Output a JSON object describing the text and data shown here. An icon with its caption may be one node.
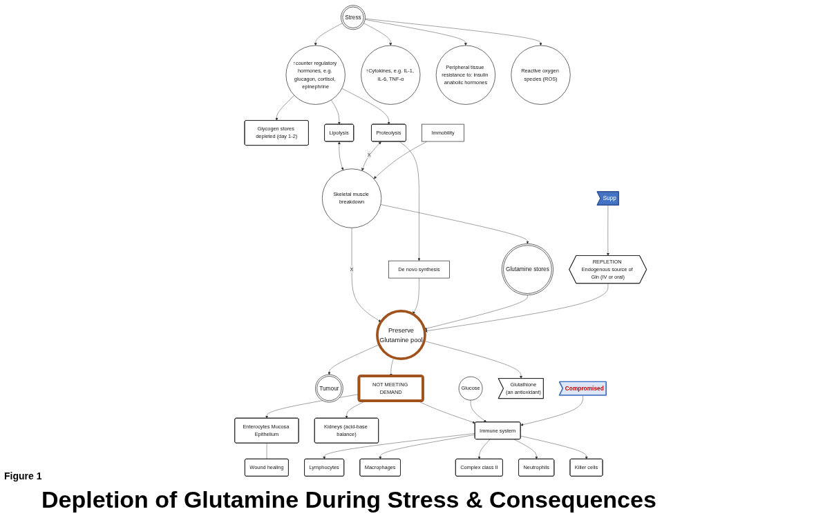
{
  "diagram": {
    "title": "Depletion of Glutamine During Stress & Consequences",
    "nodes": [
      {
        "text": [
          "Stress"
        ]
      },
      {
        "text": [
          "↑counter regulatory hormones, e.g. glucagon, cortisol, epinephrine"
        ]
      },
      {
        "text": [
          "Glycogen stores depleted (day 1-2)"
        ]
      },
      {
        "text": [
          "Lipolysis"
        ]
      },
      {
        "text": [
          "Proteolysis"
        ]
      },
      {
        "text": [
          "Skeletal muscle breakdown"
        ]
      },
      {
        "text": [
          "Immobility"
        ]
      },
      {
        "text": [
          "Glutamine stores"
        ]
      },
      {
        "text": [
          "↑Cytokines, e.g. IL-1, IL-6, TNF-α"
        ]
      },
      {
        "text": [
          "Peripheral tissue resistance to: insulin anabolic hormones"
        ]
      },
      {
        "text": [
          "Reactive oxygen species (ROS)"
        ]
      },
      {
        "text": [
          "Tumour"
        ]
      },
      {
        "text": [
          "De novo synthesis"
        ]
      },
      {
        "text": [
          "Preserve",
          "Glutamine pool"
        ]
      },
      {
        "text": [
          "REPLETION Endogenous source of Gln (IV or oral)"
        ]
      },
      {
        "text": [
          "Supp"
        ]
      },
      {
        "text": [
          "Glucose"
        ]
      },
      {
        "text": [
          "NOT MEETING DEMAND"
        ]
      },
      {
        "text": [
          "Glutathione",
          "(an antioxidant)"
        ]
      },
      {
        "text": [
          "Enterocytes Mucosa Epithelium"
        ]
      },
      {
        "text": [
          "Kidneys (acid-base balance)"
        ]
      },
      {
        "text": [
          "Immune system"
        ]
      },
      {
        "text": [
          "Wound healing"
        ]
      },
      {
        "text": [
          "Lymphocytes"
        ]
      },
      {
        "text": [
          "Macrophages"
        ]
      },
      {
        "text": [
          "Complex class II"
        ]
      },
      {
        "text": [
          "Neutrophils"
        ]
      },
      {
        "text": [
          "Killer cells"
        ]
      },
      {
        "text": [
          "Compromised"
        ]
      }
    ],
    "edges": [
      {
        "from": 0,
        "to": 1,
        "arrow": "to"
      },
      {
        "from": 0,
        "to": 8,
        "arrow": "to"
      },
      {
        "from": 0,
        "to": 9,
        "arrow": "to"
      },
      {
        "from": 0,
        "to": 10,
        "arrow": "to"
      },
      {
        "from": 1,
        "to": 2,
        "arrow": "to"
      },
      {
        "from": 1,
        "to": 3,
        "arrow": "to"
      },
      {
        "from": 1,
        "to": 4,
        "arrow": "to"
      },
      {
        "from": 3,
        "to": 5,
        "arrow": "both"
      },
      {
        "from": 4,
        "to": 5,
        "arrow": "both",
        "label": "X"
      },
      {
        "from": 6,
        "to": 5,
        "arrow": "to"
      },
      {
        "from": 5,
        "to": 7,
        "arrow": "to"
      },
      {
        "from": 5,
        "to": 13,
        "arrow": "to",
        "label": "X"
      },
      {
        "from": 4,
        "to": 12,
        "arrow": "to"
      },
      {
        "from": 12,
        "to": 13,
        "arrow": "to"
      },
      {
        "from": 7,
        "to": 13,
        "arrow": "to"
      },
      {
        "from": 15,
        "to": 14,
        "arrow": "to"
      },
      {
        "from": 14,
        "to": 13,
        "arrow": "to"
      },
      {
        "from": 13,
        "to": 11,
        "arrow": "to"
      },
      {
        "from": 13,
        "to": 18,
        "arrow": "to"
      },
      {
        "from": 13,
        "to": 17,
        "arrow": "to"
      },
      {
        "from": 17,
        "to": 19,
        "arrow": "to"
      },
      {
        "from": 17,
        "to": 20,
        "arrow": "to"
      },
      {
        "from": 17,
        "to": 21,
        "arrow": "to"
      },
      {
        "from": 16,
        "to": 21,
        "arrow": "to"
      },
      {
        "from": 19,
        "to": 22,
        "arrow": "none"
      },
      {
        "from": 21,
        "to": 23,
        "arrow": "to"
      },
      {
        "from": 21,
        "to": 24,
        "arrow": "to"
      },
      {
        "from": 21,
        "to": 25,
        "arrow": "to"
      },
      {
        "from": 21,
        "to": 26,
        "arrow": "to"
      },
      {
        "from": 21,
        "to": 27,
        "arrow": "to"
      },
      {
        "from": 28,
        "to": 21,
        "arrow": "to"
      }
    ],
    "labels": [
      "Figure 1"
    ]
  }
}
